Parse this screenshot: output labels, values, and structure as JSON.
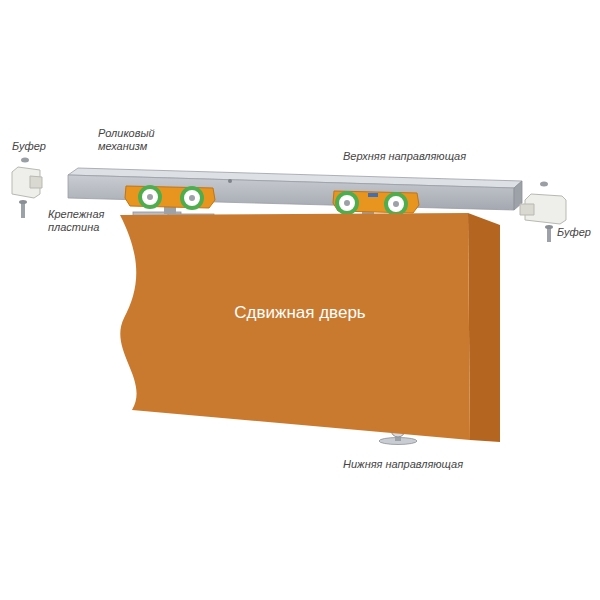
{
  "diagram": {
    "nodes": [
      {
        "text": [
          "Сдвижная дверь"
        ]
      }
    ],
    "labels": [
      "Буфер",
      "Роликовый механизм",
      "Верхняя направляющая",
      "Крепежная пластина",
      "Буфер",
      "Нижняя направляющая"
    ]
  }
}
